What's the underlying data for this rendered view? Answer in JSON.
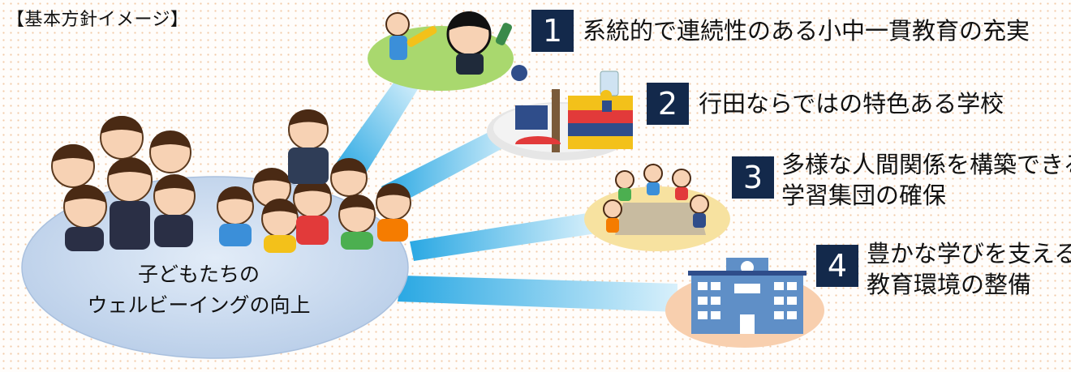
{
  "heading": "【基本方針イメージ】",
  "center": {
    "line1": "子どもたちの",
    "line2": "ウェルビーイングの向上"
  },
  "items": [
    {
      "number": "1",
      "lines": [
        "系統的で連続性のある小中一貫教育の充実"
      ]
    },
    {
      "number": "2",
      "lines": [
        "行田ならではの特色ある学校"
      ]
    },
    {
      "number": "3",
      "lines": [
        "多様な人間関係を構築できる",
        "学習集団の確保"
      ]
    },
    {
      "number": "4",
      "lines": [
        "豊かな学びを支える",
        "教育環境の整備"
      ]
    }
  ],
  "colors": {
    "number_box": "#13294b",
    "center_ellipse": "#c9d9ee",
    "beam": "#36b3e8",
    "disc1": "#a9d86e",
    "disc2": "#e6e6e6",
    "disc3": "#f7e2a0",
    "disc4": "#f8cfae"
  }
}
